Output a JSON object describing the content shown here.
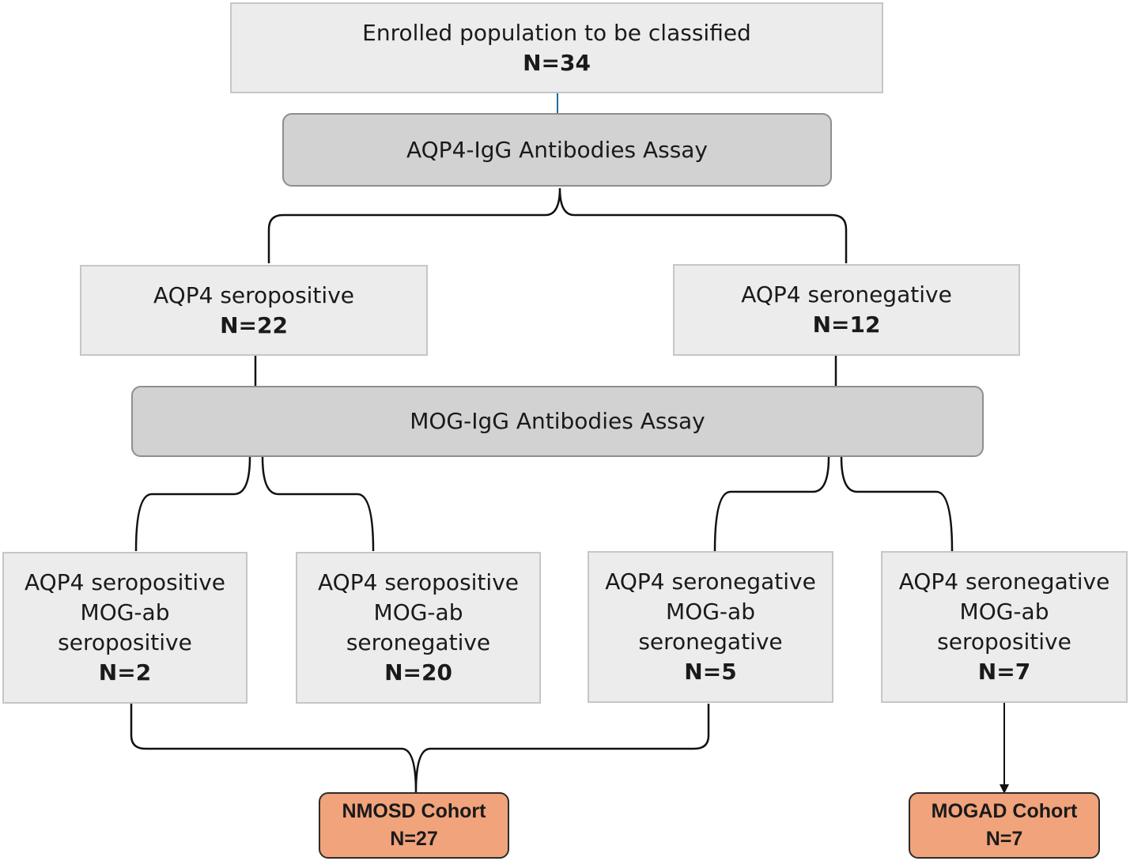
{
  "enrolled": {
    "label": "Enrolled population to be classified",
    "count": "N=34"
  },
  "aqp4_assay": {
    "label": "AQP4-IgG Antibodies Assay"
  },
  "aqp4_seropositive": {
    "label": "AQP4 seropositive",
    "count": "N=22"
  },
  "aqp4_seronegative": {
    "label": "AQP4 seronegative",
    "count": "N=12"
  },
  "mog_assay": {
    "label": "MOG-IgG Antibodies Assay"
  },
  "groups": [
    {
      "line1": "AQP4 seropositive",
      "line2": "MOG-ab",
      "line3": "seropositive",
      "count": "N=2"
    },
    {
      "line1": "AQP4 seropositive",
      "line2": "MOG-ab",
      "line3": "seronegative",
      "count": "N=20"
    },
    {
      "line1": "AQP4 seronegative",
      "line2": "MOG-ab",
      "line3": "seronegative",
      "count": "N=5"
    },
    {
      "line1": "AQP4 seronegative",
      "line2": "MOG-ab",
      "line3": "seropositive",
      "count": "N=7"
    }
  ],
  "cohorts": {
    "nmosd": {
      "label": "NMOSD Cohort",
      "count": "N=27"
    },
    "mogad": {
      "label": "MOGAD Cohort",
      "count": "N=7"
    }
  },
  "colors": {
    "box_fill": "#ececec",
    "assay_fill": "#d2d2d2",
    "cohort_fill": "#f1a37b",
    "connector": "#111111",
    "top_connector": "#1f6f9a"
  }
}
